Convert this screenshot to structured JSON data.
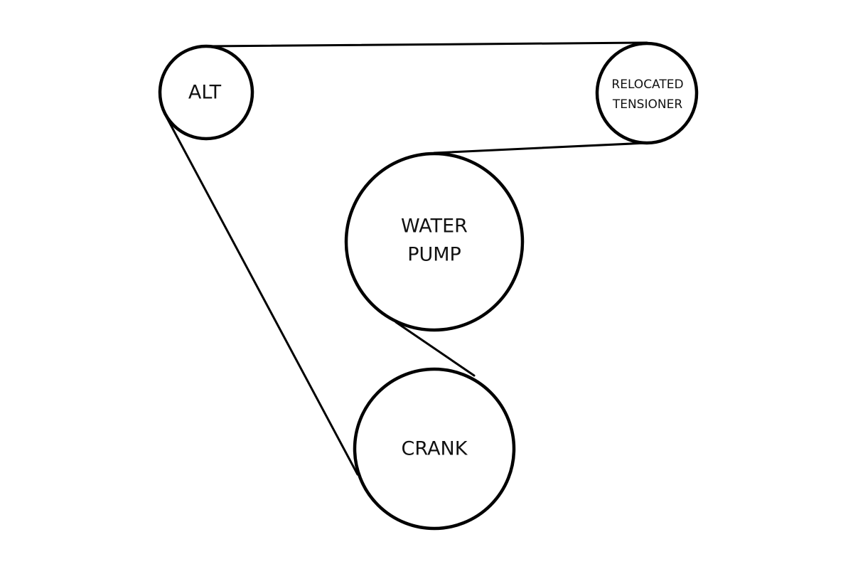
{
  "diagram": {
    "title": "Serpentine belt routing",
    "pulleys": {
      "alt": {
        "lines": [
          "ALT"
        ]
      },
      "tensioner": {
        "lines": [
          "RELOCATED",
          "TENSIONER"
        ]
      },
      "water_pump": {
        "lines": [
          "WATER",
          "PUMP"
        ]
      },
      "crank": {
        "lines": [
          "CRANK"
        ]
      }
    },
    "belt_route": [
      "ALT",
      "RELOCATED TENSIONER",
      "WATER PUMP",
      "CRANK",
      "ALT"
    ],
    "colors": {
      "stroke": "#000000",
      "background": "#ffffff",
      "text": "#111111"
    }
  }
}
